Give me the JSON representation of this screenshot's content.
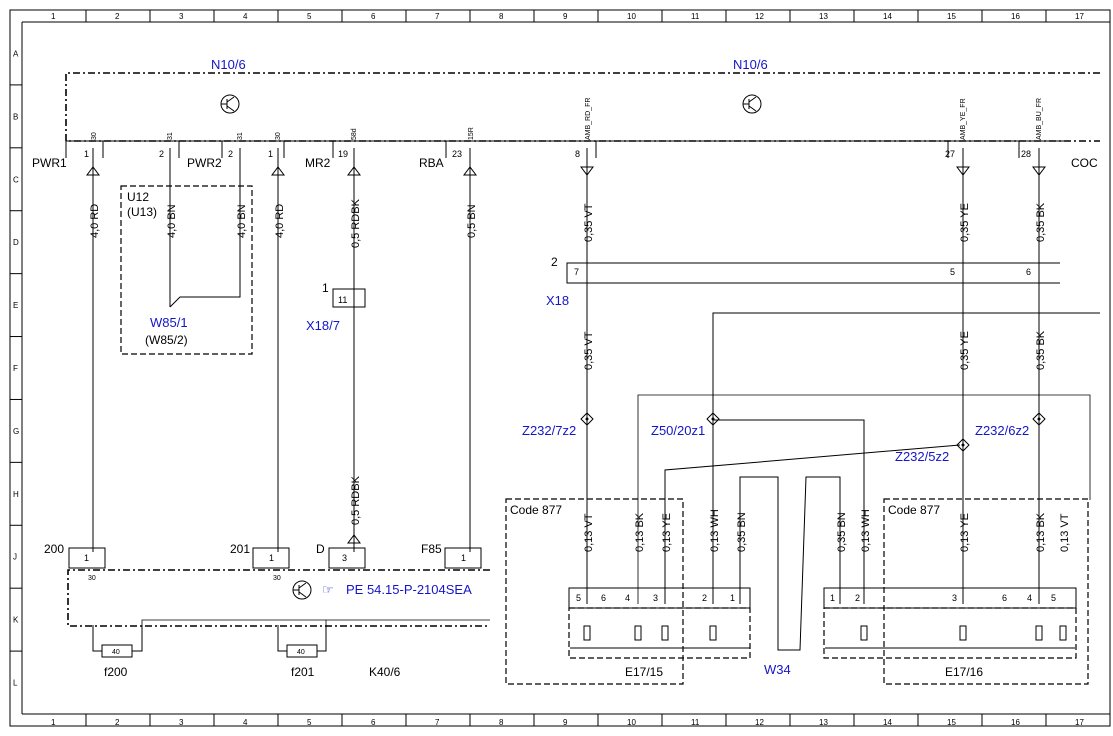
{
  "grid": {
    "columns": [
      "1",
      "2",
      "3",
      "4",
      "5",
      "6",
      "7",
      "8",
      "9",
      "10",
      "11",
      "12",
      "13",
      "14",
      "15",
      "16",
      "17"
    ],
    "rows": [
      "A",
      "B",
      "C",
      "D",
      "E",
      "F",
      "G",
      "H",
      "J",
      "K",
      "L"
    ]
  },
  "components": {
    "n10_left": "N10/6",
    "n10_right": "N10/6",
    "u12": "U12",
    "u13": "(U13)",
    "w85_1": "W85/1",
    "w85_2": "(W85/2)",
    "x18_7": "X18/7",
    "x18": "X18",
    "k40_6": "K40/6",
    "f200": "f200",
    "f201": "f201",
    "e17_15": "E17/15",
    "e17_16": "E17/16",
    "w34": "W34",
    "code877_left": "Code 877",
    "code877_right": "Code 877",
    "z232_7z2": "Z232/7z2",
    "z50_20z1": "Z50/20z1",
    "z232_5z2": "Z232/5z2",
    "z232_6z2": "Z232/6z2",
    "pe_ref": "PE 54.15-P-2104SEA"
  },
  "connector_labels": {
    "pwr1": "PWR1",
    "pwr2": "PWR2",
    "mr2": "MR2",
    "rba": "RBA",
    "coc": "COC",
    "c200": "200",
    "c201": "201",
    "cd": "D",
    "cf85": "F85",
    "x18_num": "2",
    "x18_7_num": "1"
  },
  "signals": {
    "s30a": "30",
    "s31a": "31",
    "s31b": "31",
    "s30b": "30",
    "s58": "58d",
    "s15r": "15R",
    "amb_rd": "AMB_RD_FR",
    "amb_ye": "AMB_YE_FR",
    "amb_bu": "AMB_BU_FR"
  },
  "pins": {
    "p_pwr1": "1",
    "p_pwr1b": "2",
    "p_pwr2a": "2",
    "p_pwr2b": "1",
    "p_mr2": "19",
    "p_rba": "23",
    "p_amb_rd": "8",
    "p_amb_ye": "27",
    "p_amb_bu": "28",
    "p_x18_7": "7",
    "p_x18_5": "5",
    "p_x18_6": "6",
    "p_x187": "11",
    "p_k200": "1",
    "p_k201": "1",
    "p_kd": "3",
    "p_kf85": "1",
    "p_k30a": "30",
    "p_k30b": "30",
    "fuse200": "40",
    "fuse201": "40",
    "e15_5": "5",
    "e15_6": "6",
    "e15_4": "4",
    "e15_3": "3",
    "e15_2": "2",
    "e15_1": "1",
    "e16_1": "1",
    "e16_2": "2",
    "e16_3": "3",
    "e16_6": "6",
    "e16_4": "4",
    "e16_5": "5"
  },
  "wires": {
    "w_pwr1": "4,0 RD",
    "w_u12a": "4,0 BN",
    "w_u12b": "4,0 BN",
    "w_pwr2": "4,0 RD",
    "w_mr2": "0,5 RDBK",
    "w_rba": "0,5 BN",
    "w_vt1": "0,35 VT",
    "w_ye1": "0,35 YE",
    "w_bk1": "0,35 BK",
    "w_vt2": "0,35 VT",
    "w_ye2": "0,35 YE",
    "w_bk2": "0,35 BK",
    "w_rdbk2": "0,5 RDBK",
    "e15_vt": "0,13 VT",
    "e15_bk": "0,13 BK",
    "e15_ye": "0,13 YE",
    "e15_wh": "0,13 WH",
    "e15_bn": "0,35 BN",
    "e16_bn": "0,35 BN",
    "e16_wh": "0,13 WH",
    "e16_ye": "0,13 YE",
    "e16_bk": "0,13 BK",
    "e16_vt": "0,13 VT"
  }
}
